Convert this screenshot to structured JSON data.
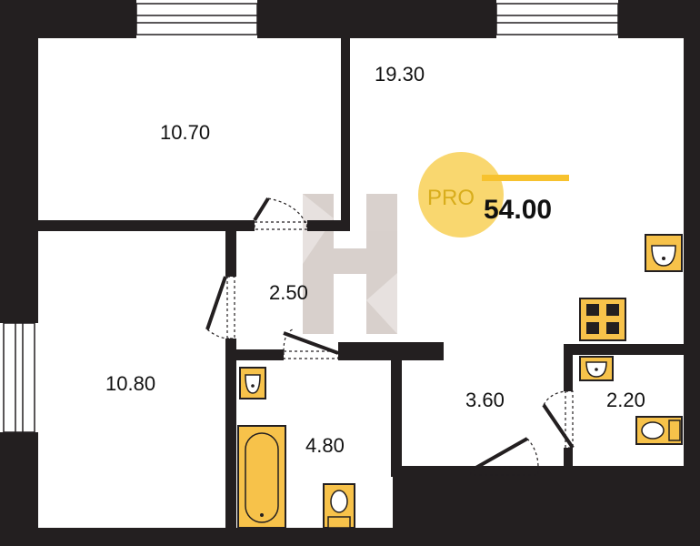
{
  "plan": {
    "colors": {
      "wall": "#231f20",
      "fixture": "#f7c24a",
      "badge_circle": "#f8d35f",
      "badge_text": "#d8ad1c",
      "badge_bar": "#f7c22e",
      "watermark": "#b9aba4"
    },
    "rooms": [
      {
        "name": "room-top-left",
        "area": "10.70"
      },
      {
        "name": "room-top-right",
        "area": "19.30"
      },
      {
        "name": "room-bottom-left",
        "area": "10.80"
      },
      {
        "name": "hall",
        "area": "2.50"
      },
      {
        "name": "bathroom",
        "area": "4.80"
      },
      {
        "name": "corridor",
        "area": "3.60"
      },
      {
        "name": "toilet",
        "area": "2.20"
      }
    ],
    "badge": {
      "prefix": "PRO",
      "total_area": "54.00"
    },
    "icons": [
      "sink-icon",
      "stove-icon",
      "bathtub-icon",
      "toilet-icon",
      "window-icon",
      "door-icon",
      "watermark-logo"
    ]
  }
}
